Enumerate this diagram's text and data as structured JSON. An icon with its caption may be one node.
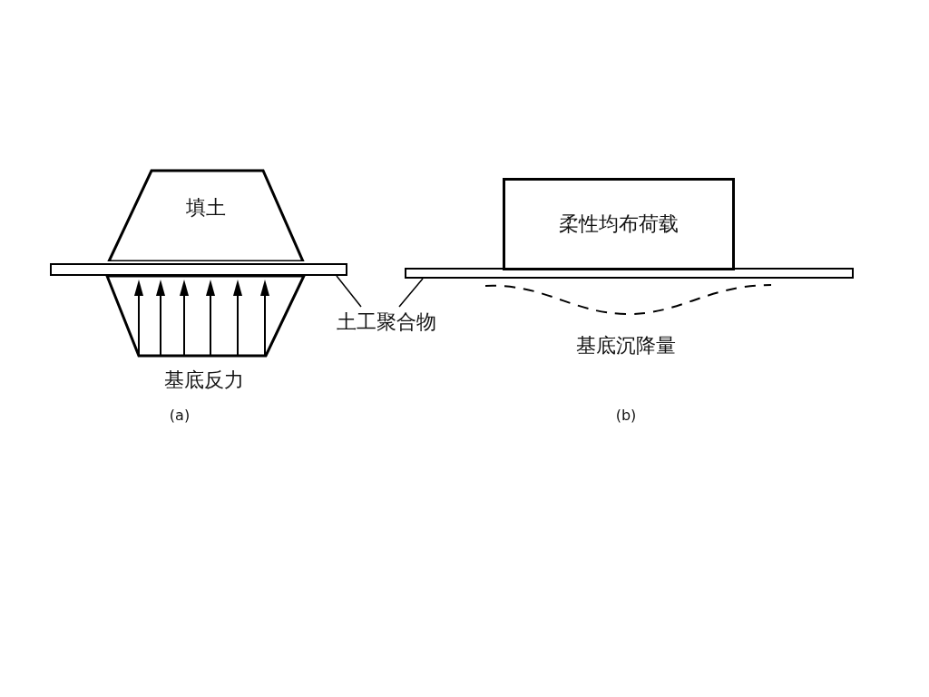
{
  "diagram": {
    "nodes": [
      {
        "text": [
          "填土"
        ]
      },
      {
        "text": [],
        "shape": "bar"
      },
      {
        "text": [
          "土工聚合物"
        ]
      },
      {
        "text": [],
        "shape": "bar"
      },
      {
        "text": [
          "柔性均布荷载"
        ]
      }
    ],
    "edges": [
      {
        "from": 2,
        "to": 1,
        "arrow": "none"
      },
      {
        "from": 2,
        "to": 3,
        "arrow": "none"
      }
    ],
    "labels": [
      "基底反力",
      "(a)",
      "基底沉降量",
      "(b)"
    ]
  }
}
